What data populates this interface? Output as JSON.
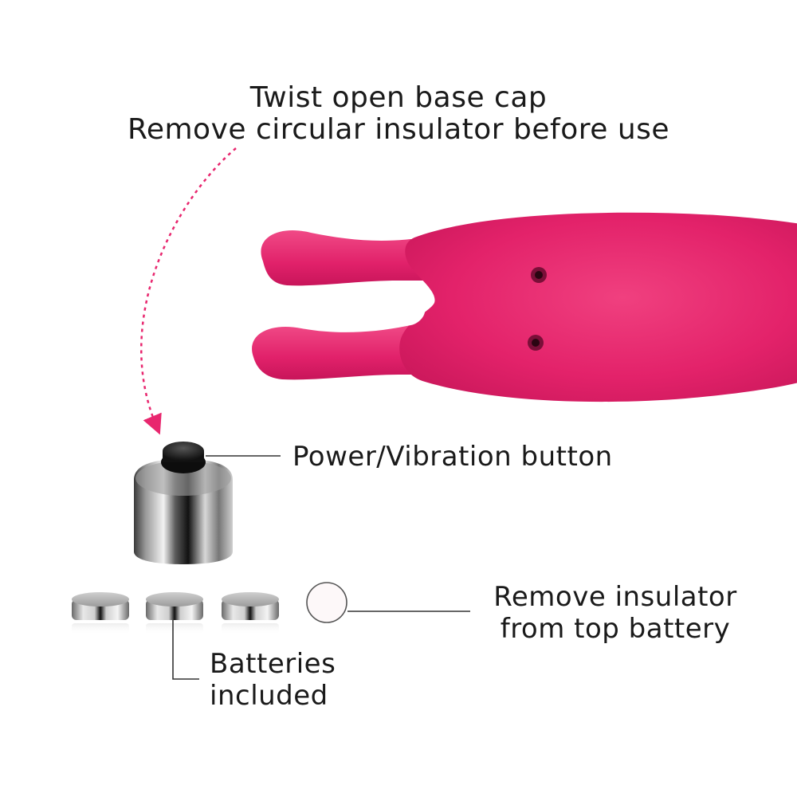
{
  "instructions": {
    "line1": "Twist open base cap",
    "line2": "Remove circular insulator before use"
  },
  "callouts": {
    "power_button": "Power/Vibration button",
    "insulator": {
      "line1": "Remove insulator",
      "line2": "from top battery"
    },
    "batteries": {
      "line1": "Batteries",
      "line2": "included"
    }
  },
  "colors": {
    "product_pink": "#e8266e",
    "arrow_pink": "#e8266e",
    "text": "#1a1a1a",
    "leader_lines": "#333333"
  },
  "icons": {
    "product": "bunny-vibrator-icon",
    "cap": "metal-base-cap-icon",
    "button": "power-button-icon",
    "battery": "button-cell-battery-icon",
    "insulator": "insulator-disc-icon"
  }
}
